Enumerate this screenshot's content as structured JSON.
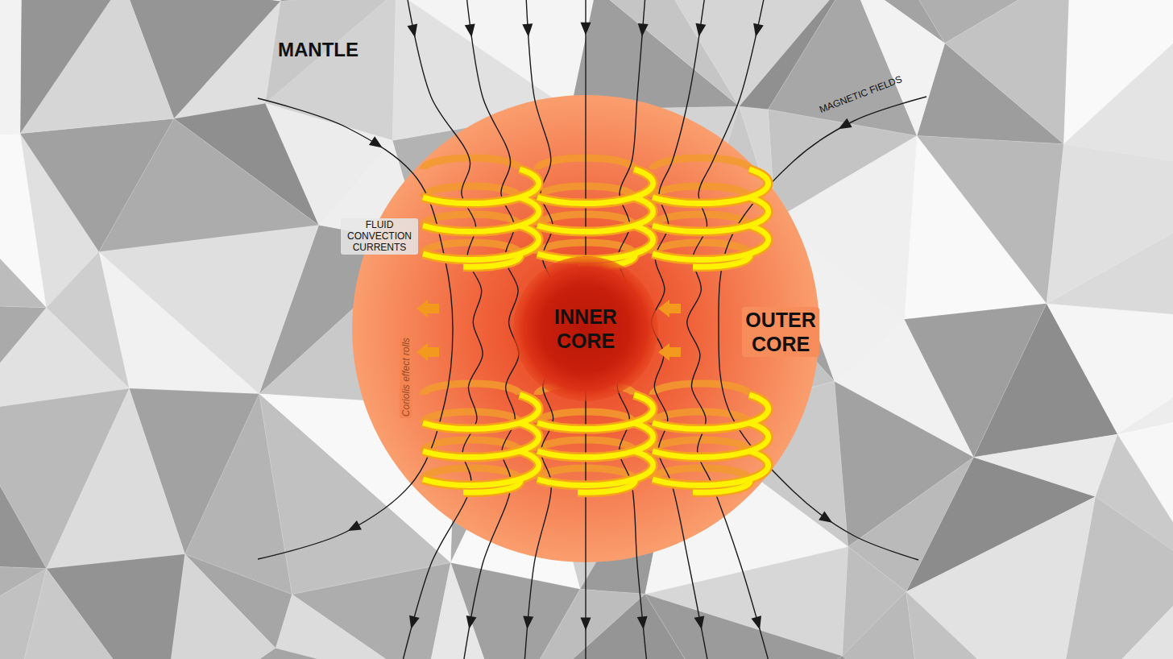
{
  "diagram": {
    "nodes": [
      {
        "text": [
          "OUTER CORE"
        ]
      },
      {
        "text": [
          "INNER CORE"
        ],
        "in": 0
      }
    ],
    "labels": [
      "MANTLE",
      "MAGNETIC FIELDS",
      "FLUID CONVECTION CURRENTS",
      "Coriolis effect rolls"
    ]
  }
}
